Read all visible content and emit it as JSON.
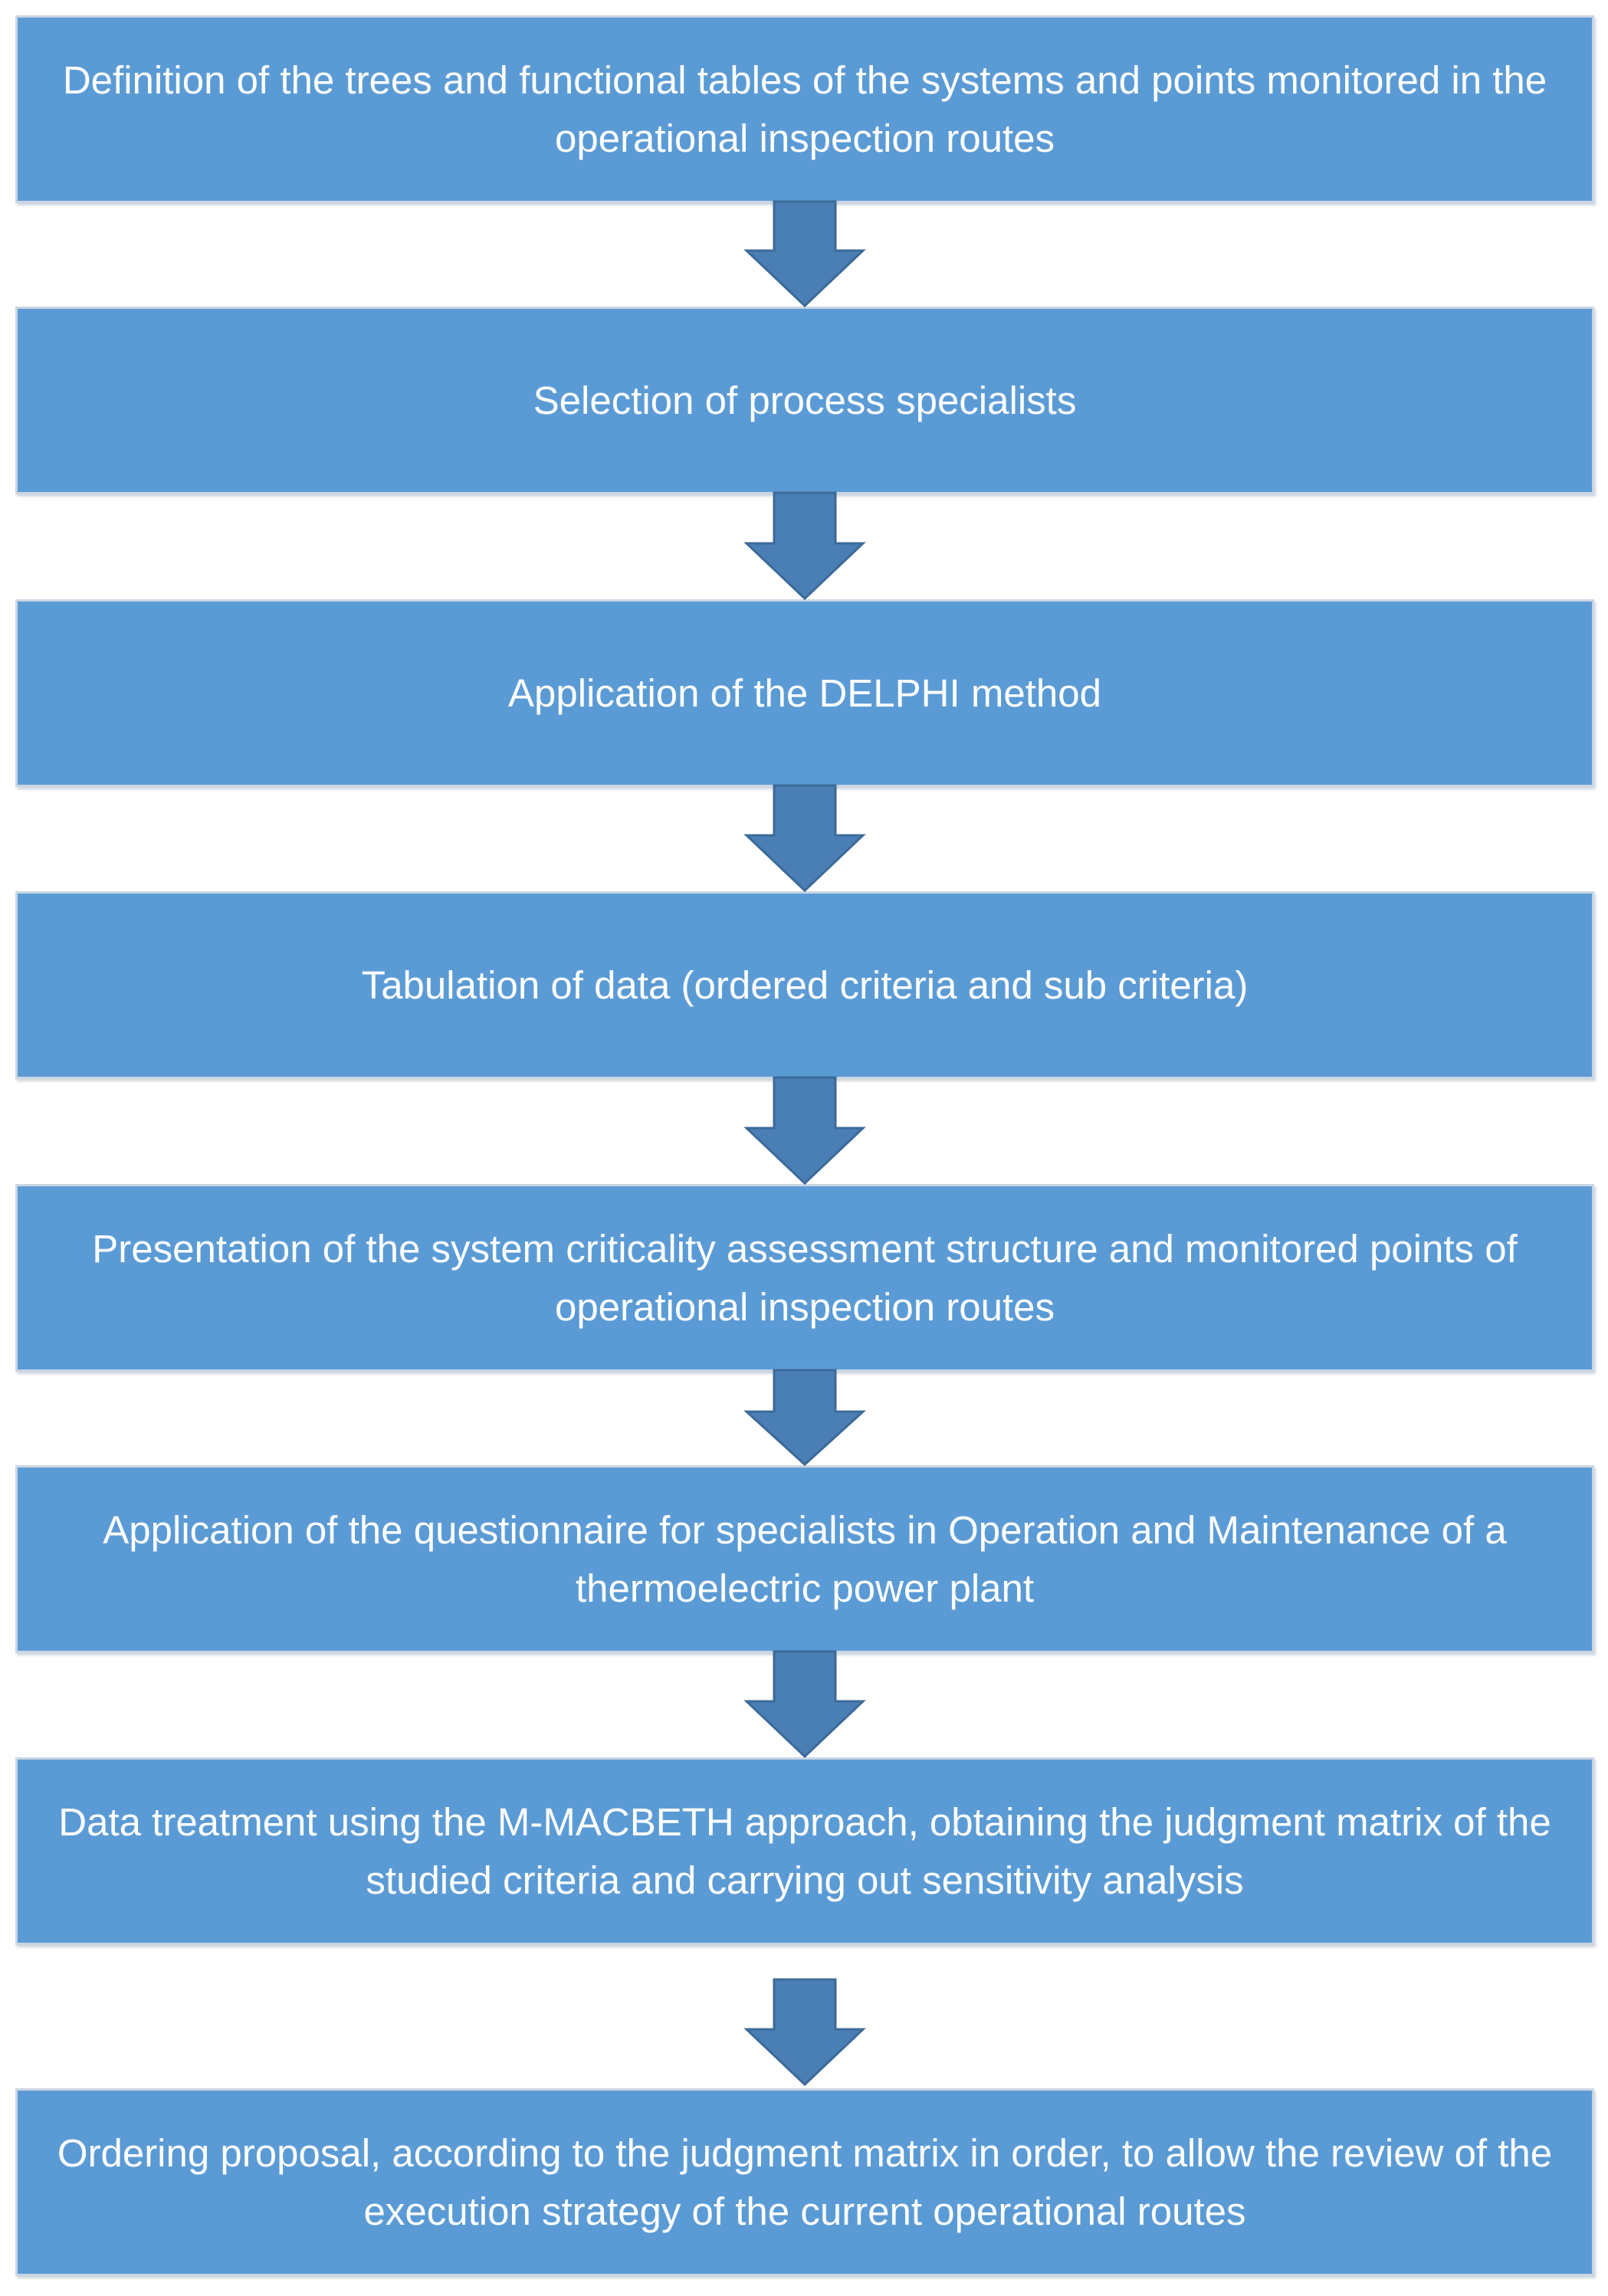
{
  "colors": {
    "box_fill": "#5b9bd5",
    "box_border": "#c9d6e3",
    "arrow_fill": "#4a7fb5",
    "arrow_stroke": "#3b6a99",
    "text": "#ffffff"
  },
  "steps": [
    {
      "text": "Definition of the trees and functional tables of the systems and points monitored in the operational inspection routes"
    },
    {
      "text": "Selection of process specialists"
    },
    {
      "text": "Application of the DELPHI method"
    },
    {
      "text": "Tabulation of data (ordered criteria and sub criteria)"
    },
    {
      "text": "Presentation of the system criticality assessment structure and monitored points of operational inspection routes"
    },
    {
      "text": "Application of the questionnaire for specialists in Operation and Maintenance of a thermoelectric power plant"
    },
    {
      "text": "Data treatment using the M-MACBETH approach, obtaining the judgment matrix of the studied criteria and carrying out sensitivity analysis"
    },
    {
      "text": "Ordering proposal, according to the judgment matrix in order, to allow the review of the execution strategy of the current operational routes"
    }
  ],
  "arrow_icon": "down-arrow-icon"
}
